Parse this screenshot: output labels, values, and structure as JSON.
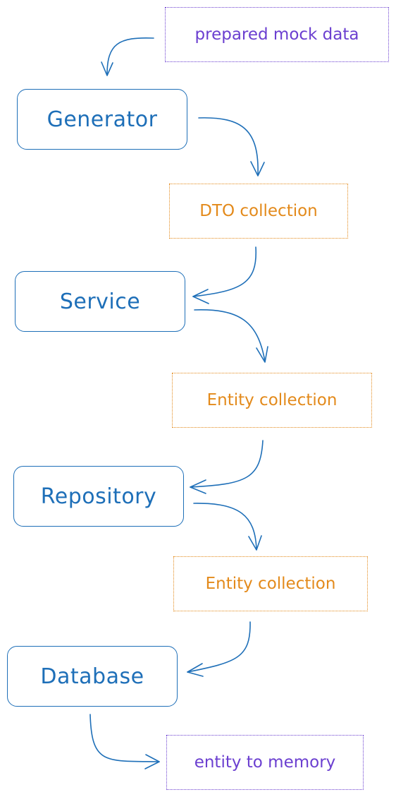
{
  "notes": {
    "input": "prepared mock data",
    "dto_collection": "DTO collection",
    "entity_collection_1": "Entity collection",
    "entity_collection_2": "Entity collection",
    "output": "entity to memory"
  },
  "components": {
    "generator": "Generator",
    "service": "Service",
    "repository": "Repository",
    "database": "Database"
  },
  "colors": {
    "component": "#1e6fb8",
    "data_note": "#e38a1b",
    "io_note": "#6b3fd0"
  }
}
